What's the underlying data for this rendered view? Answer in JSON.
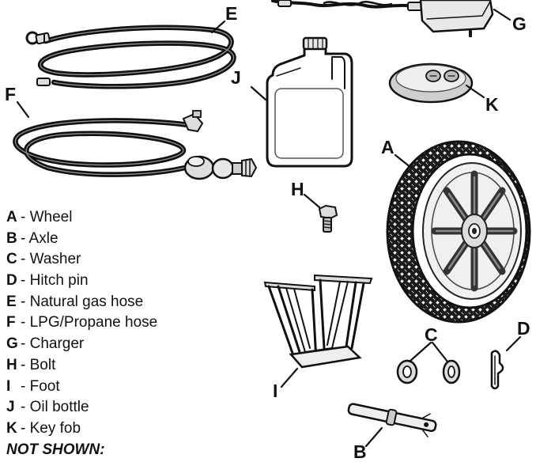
{
  "callouts": {
    "a": "A",
    "b": "B",
    "c": "C",
    "d": "D",
    "e": "E",
    "f": "F",
    "g": "G",
    "h": "H",
    "i": "I",
    "j": "J",
    "k": "K"
  },
  "legend": {
    "items": [
      {
        "letter": "A",
        "text": "- Wheel"
      },
      {
        "letter": "B",
        "text": "- Axle"
      },
      {
        "letter": "C",
        "text": "- Washer"
      },
      {
        "letter": "D",
        "text": "- Hitch pin"
      },
      {
        "letter": "E",
        "text": "- Natural gas hose"
      },
      {
        "letter": "F",
        "text": "- LPG/Propane hose"
      },
      {
        "letter": "G",
        "text": "- Charger"
      },
      {
        "letter": "H",
        "text": "- Bolt"
      },
      {
        "letter": "I",
        "text": "- Foot"
      },
      {
        "letter": "J",
        "text": "- Oil bottle"
      },
      {
        "letter": "K",
        "text": "- Key fob"
      }
    ],
    "not_shown": "NOT SHOWN:"
  },
  "colors": {
    "ink": "#111111",
    "background": "#ffffff"
  }
}
